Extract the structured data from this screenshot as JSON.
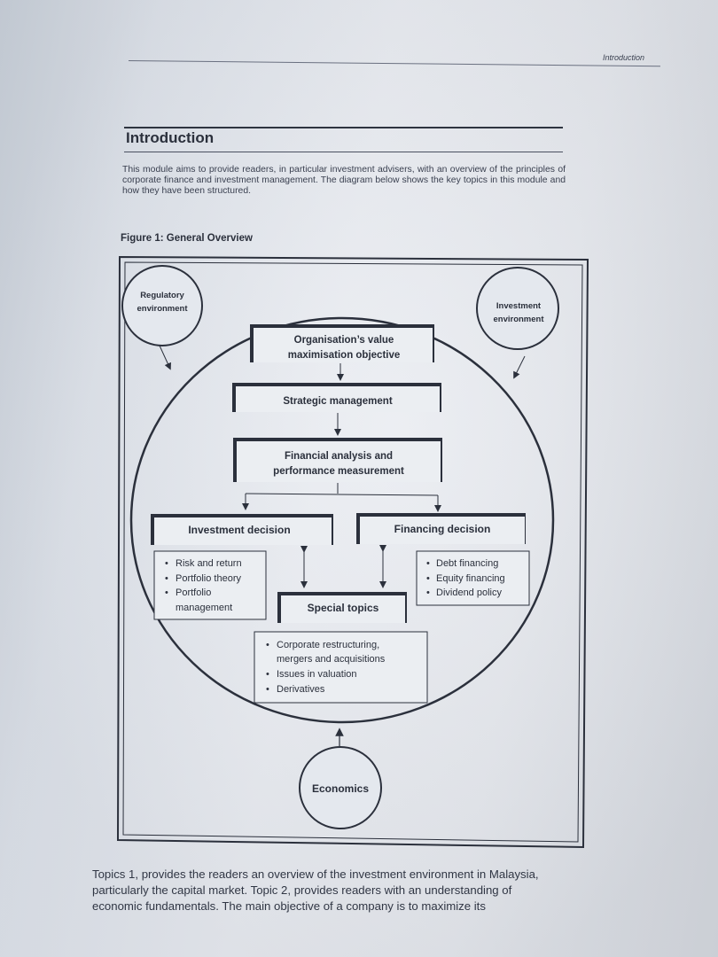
{
  "running_head": "Introduction",
  "section_title": "Introduction",
  "intro_paragraph": "This module aims to provide readers, in particular investment advisers, with an overview of the principles of corporate finance and investment management. The diagram below shows the key topics in this module and how they have been structured.",
  "figure_caption": "Figure 1: General Overview",
  "diagram": {
    "regulatory": [
      "Regulatory",
      "environment"
    ],
    "investment_env": [
      "Investment",
      "environment"
    ],
    "value_objective": [
      "Organisation’s value",
      "maximisation objective"
    ],
    "strategic": "Strategic management",
    "financial_analysis": [
      "Financial analysis and",
      "performance measurement"
    ],
    "investment_decision": "Investment decision",
    "financing_decision": "Financing decision",
    "investment_bullets": [
      "Risk and return",
      "Portfolio theory",
      "Portfolio",
      "management"
    ],
    "financing_bullets": [
      "Debt financing",
      "Equity financing",
      "Dividend policy"
    ],
    "special_topics": "Special topics",
    "special_bullets": [
      "Corporate restructuring,",
      "mergers and acquisitions",
      "Issues in valuation",
      "Derivatives"
    ],
    "economics": "Economics"
  },
  "body_lines": [
    "Topics 1, provides the readers an overview of the investment environment in Malaysia,",
    "particularly the capital market. Topic 2, provides readers with an understanding of",
    "economic fundamentals. The main objective of a company is to maximize its"
  ]
}
